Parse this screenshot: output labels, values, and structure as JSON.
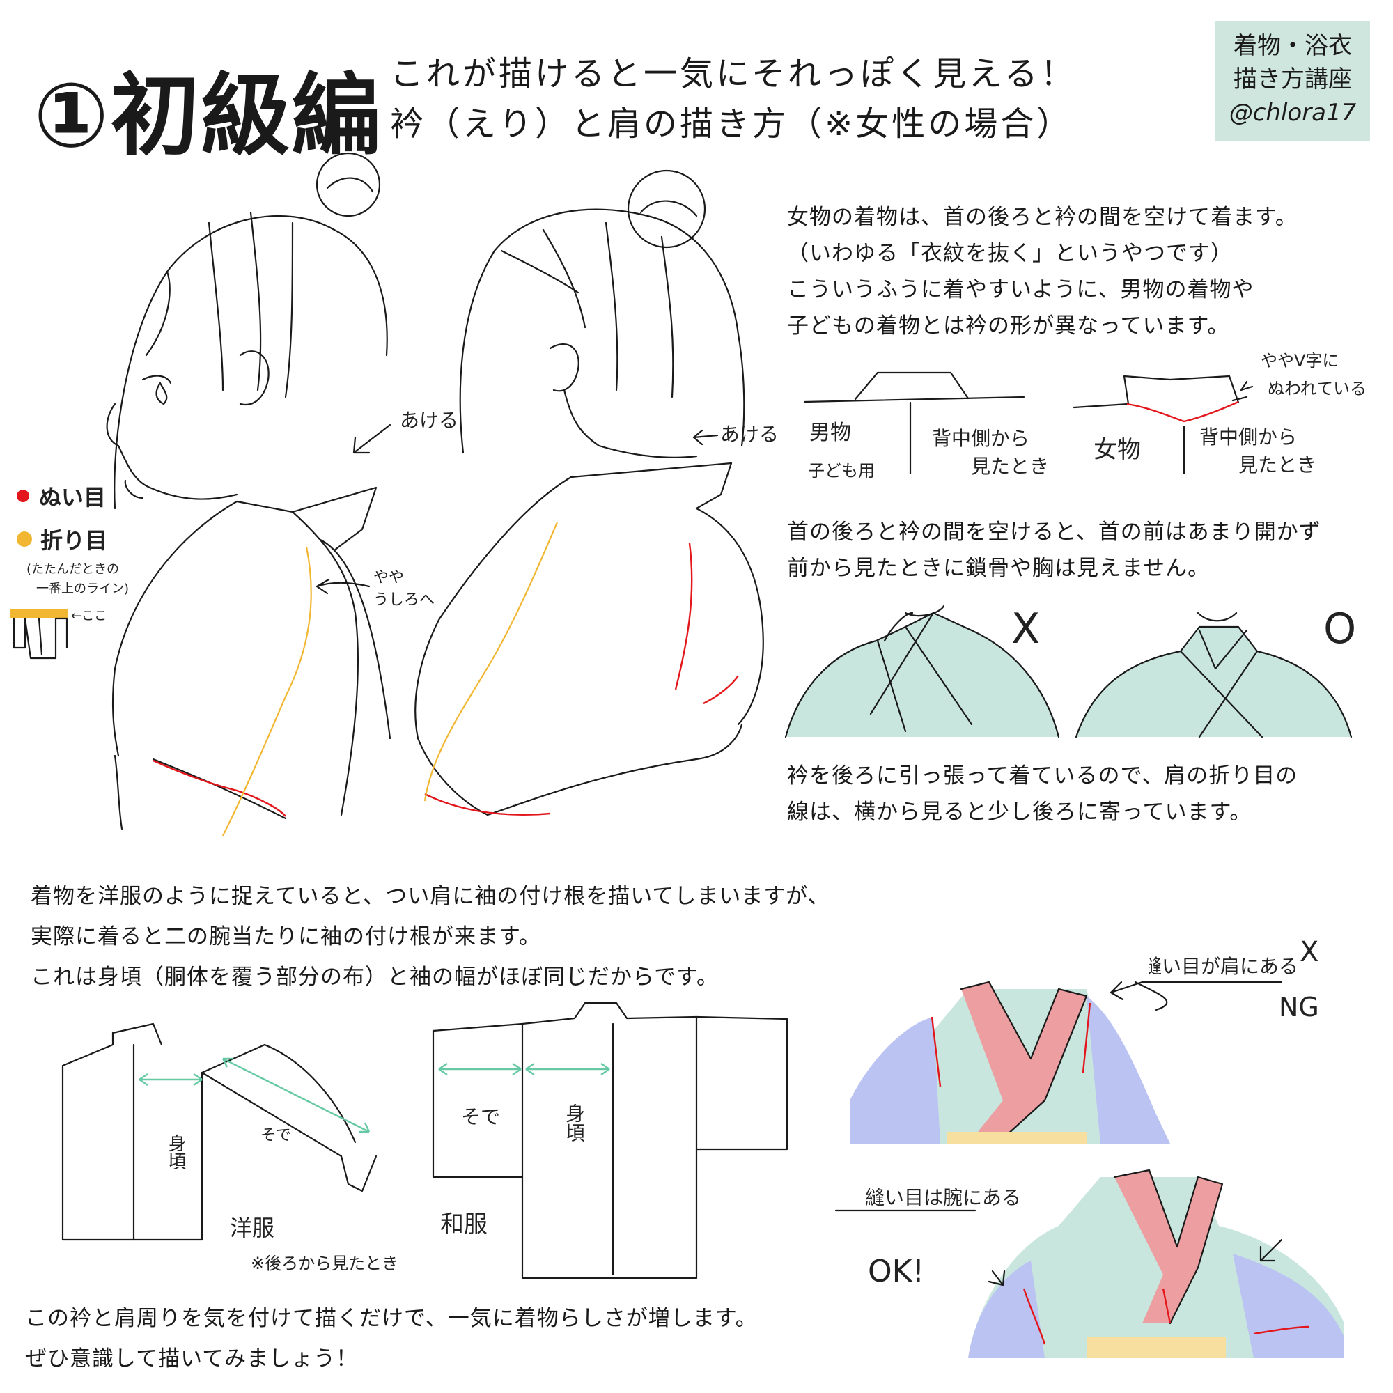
{
  "header": {
    "title": "①初級編",
    "subtitle_line1": "これが描けると一気にそれっぽく見える！",
    "subtitle_line2": "衿（えり）と肩の描き方（※女性の場合）",
    "badge_line1": "着物・浴衣",
    "badge_line2": "描き方講座",
    "badge_line3": "@chlora17"
  },
  "legend": {
    "seam": "ぬい目",
    "fold": "折り目",
    "fold_note_line1": "(たたんだときの",
    "fold_note_line2": "一番上のライン)",
    "here": "←ここ",
    "seam_color": "#e3161b",
    "fold_color": "#f1b733"
  },
  "figure_labels": {
    "akeru_left": "あける",
    "akeru_right": "あける",
    "yaya_ushiro": "やや\nうしろへ"
  },
  "intro": {
    "line1": "女物の着物は、首の後ろと衿の間を空けて着ます。",
    "line2": "（いわゆる「衣紋を抜く」というやつです）",
    "line3": "こういうふうに着やすいように、男物の着物や",
    "line4": "子どもの着物とは衿の形が異なっています。"
  },
  "collar_diagram": {
    "men_label": "男物",
    "children_label": "子ども用",
    "back_view_label_a": "背中側から",
    "back_view_label_b": "見たとき",
    "women_label": "女物",
    "back_view2_label_a": "背中側から",
    "back_view2_label_b": "見たとき",
    "v_note_a": "ややV字に",
    "v_note_b": "ぬわれている"
  },
  "neck_note": {
    "line1": "首の後ろと衿の間を空けると、首の前はあまり開かず",
    "line2": "前から見たときに鎖骨や胸は見えません。",
    "wrong_mark": "X",
    "right_mark": "O"
  },
  "shoulder_note": {
    "line1": "衿を後ろに引っ張って着ているので、肩の折り目の",
    "line2": "線は、横から見ると少し後ろに寄っています。"
  },
  "sleeve_note": {
    "line1": "着物を洋服のように捉えていると、つい肩に袖の付け根を描いてしまいますが、",
    "line2": "実際に着ると二の腕当たりに袖の付け根が来ます。",
    "line3": "これは身頃（胴体を覆う部分の布）と袖の幅がほぼ同じだからです。"
  },
  "garment_diagram": {
    "sode_western": "そで",
    "migoro_western": "身頃",
    "western_label": "洋服",
    "back_note": "※後ろから見たとき",
    "sode_japanese": "そで",
    "migoro_japanese": "身頃",
    "japanese_label": "和服"
  },
  "examples": {
    "ng_text": "縫い目が肩にある",
    "ng_mark": "X",
    "ng_label": "NG",
    "ok_text": "縫い目は腕にある",
    "ok_label": "OK!",
    "kimono_green": "#c9e6de",
    "collar_pink": "#ec9ea0",
    "sleeve_blue": "#bac3f1",
    "obi_yellow": "#f7dfa0"
  },
  "closing": {
    "line1": "この衿と肩周りを気を付けて描くだけで、一気に着物らしさが増します。",
    "line2": "ぜひ意識して描いてみましょう！"
  }
}
